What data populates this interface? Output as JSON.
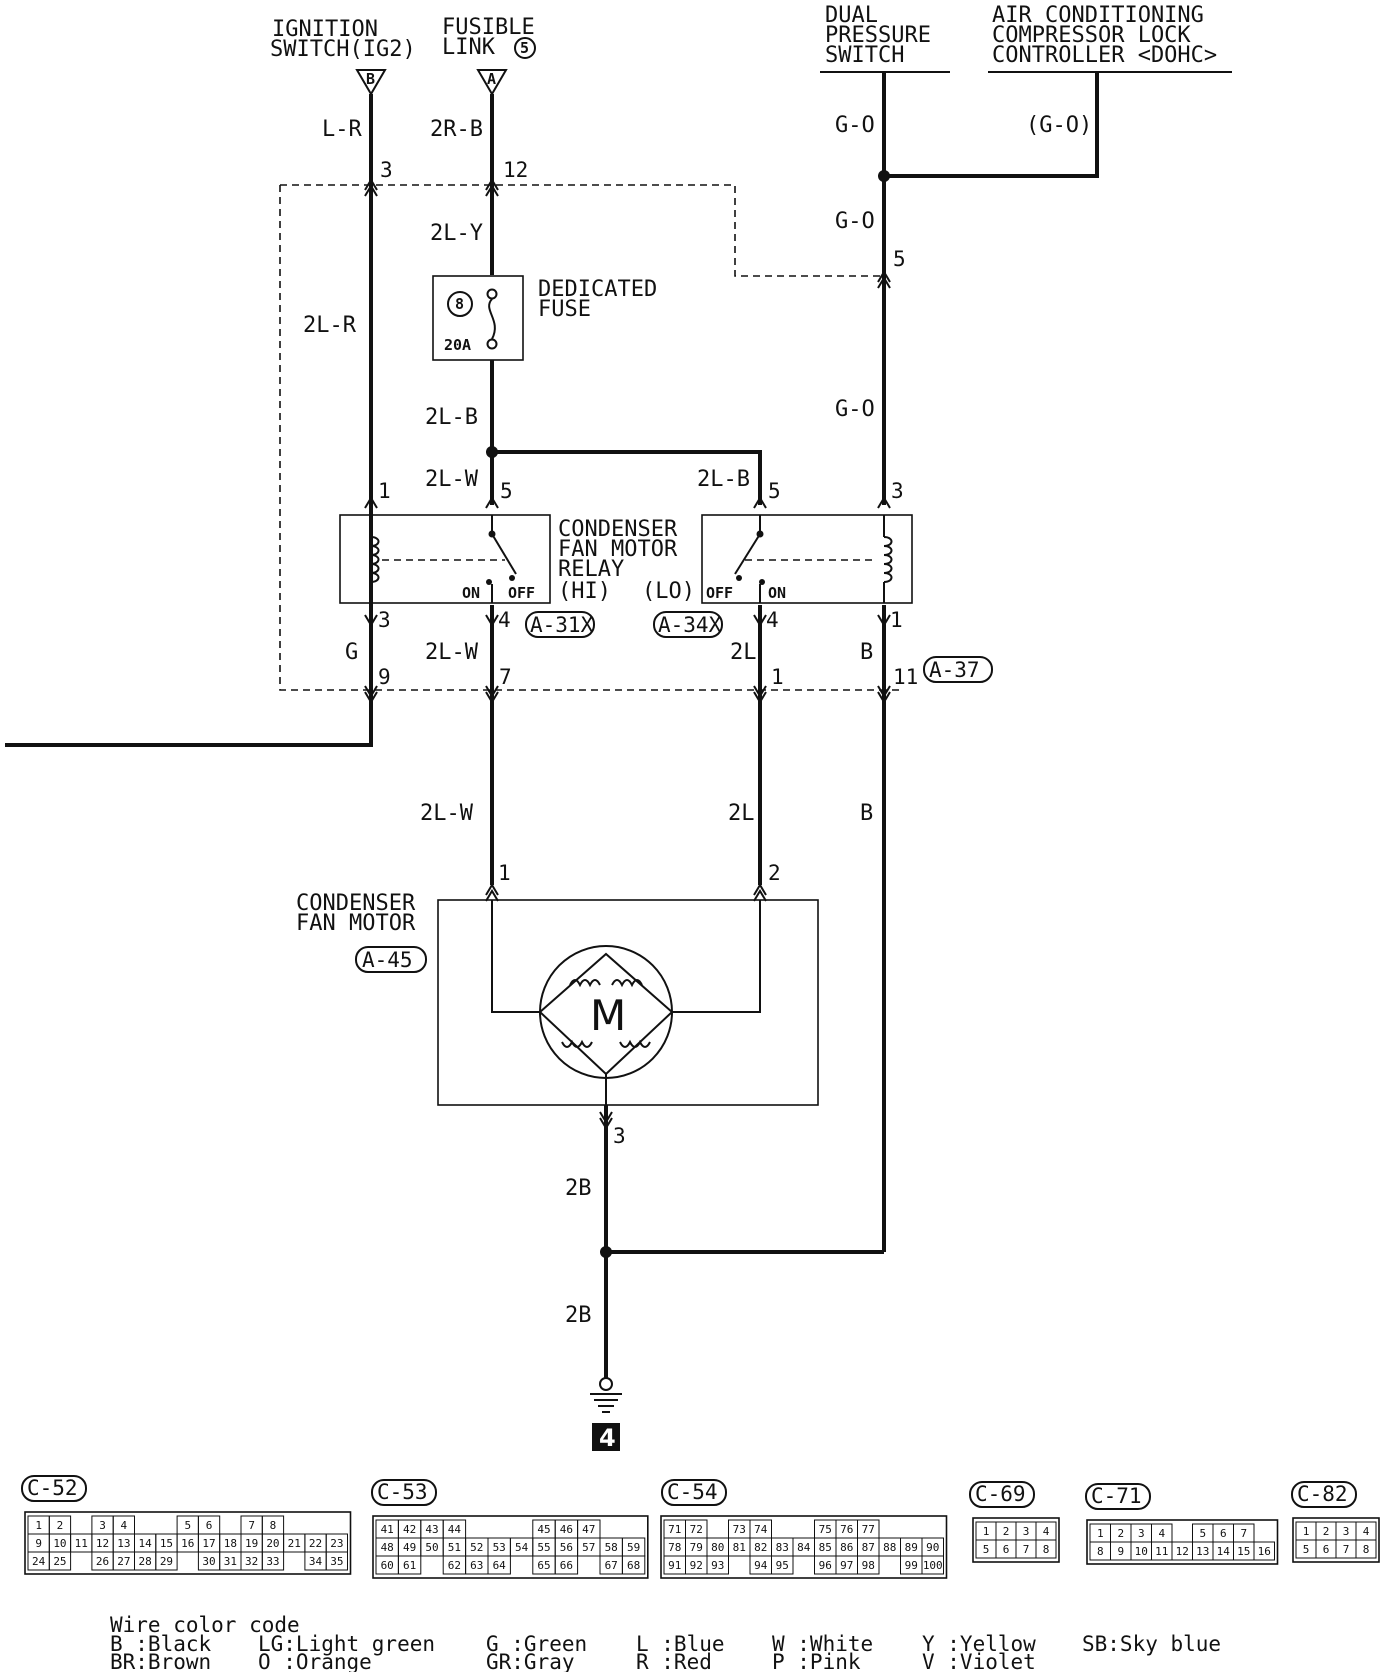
{
  "sources": {
    "ignition": {
      "line1": "IGNITION",
      "line2": "SWITCH(IG2)",
      "tag": "B"
    },
    "fusible": {
      "line1": "FUSIBLE",
      "line2": "LINK",
      "num": "5",
      "tag": "A"
    },
    "dual": {
      "line1": "DUAL",
      "line2": "PRESSURE",
      "line3": "SWITCH"
    },
    "ac": {
      "line1": "AIR CONDITIONING",
      "line2": "COMPRESSOR LOCK",
      "line3": "CONTROLLER <DOHC>"
    }
  },
  "wires": {
    "lr": "L-R",
    "r2b": "2R-B",
    "go_top": "G-O",
    "go_paren": "(G-O)",
    "ly2": "2L-Y",
    "lr2": "2L-R",
    "go_mid": "G-O",
    "lb2": "2L-B",
    "go_low": "G-O",
    "lw2_top": "2L-W",
    "lb2_right": "2L-B",
    "g": "G",
    "lw2_mid": "2L-W",
    "l2_mid": "2L",
    "b_mid": "B",
    "lw2_low": "2L-W",
    "l2_low": "2L",
    "b_low": "B",
    "b2_top": "2B",
    "b2_bot": "2B"
  },
  "pins": {
    "p3_top": "3",
    "p12": "12",
    "p5_go": "5",
    "p1_hi": "1",
    "p5_hi": "5",
    "p5_lo": "5",
    "p3_lo": "3",
    "p3_hi": "3",
    "p4_hi": "4",
    "p4_lo": "4",
    "p1_lo": "1",
    "p9": "9",
    "p7": "7",
    "p1_j": "1",
    "p11": "11",
    "m1": "1",
    "m2": "2",
    "m3": "3"
  },
  "fuse": {
    "number": "8",
    "rating": "20A",
    "label1": "DEDICATED",
    "label2": "FUSE"
  },
  "relay": {
    "line1": "CONDENSER",
    "line2": "FAN MOTOR",
    "line3": "RELAY",
    "hi": "(HI)",
    "lo": "(LO)",
    "on": "ON",
    "off": "OFF",
    "conn_hi": "A-31X",
    "conn_lo": "A-34X"
  },
  "junction_conn": "A-37",
  "motor": {
    "line1": "CONDENSER",
    "line2": "FAN MOTOR",
    "conn": "A-45",
    "symbol": "M"
  },
  "ground": {
    "number": "4"
  },
  "connectors": [
    {
      "id": "C-52",
      "rows": [
        [
          "1",
          "2",
          "",
          "3",
          "4",
          "",
          "",
          "5",
          "6",
          "",
          "7",
          "8"
        ],
        [
          "9",
          "10",
          "11",
          "12",
          "13",
          "14",
          "15",
          "16",
          "17",
          "18",
          "19",
          "20",
          "21",
          "22",
          "23"
        ],
        [
          "24",
          "25",
          "",
          "26",
          "27",
          "28",
          "29",
          "",
          "30",
          "31",
          "32",
          "33",
          "",
          "34",
          "35"
        ]
      ]
    },
    {
      "id": "C-53",
      "rows": [
        [
          "41",
          "42",
          "43",
          "44",
          "",
          "",
          "",
          "45",
          "46",
          "47"
        ],
        [
          "48",
          "49",
          "50",
          "51",
          "52",
          "53",
          "54",
          "55",
          "56",
          "57",
          "58",
          "59"
        ],
        [
          "60",
          "61",
          "",
          "62",
          "63",
          "64",
          "",
          "65",
          "66",
          "",
          "67",
          "68"
        ]
      ]
    },
    {
      "id": "C-54",
      "rows": [
        [
          "71",
          "72",
          "",
          "73",
          "74",
          "",
          "",
          "75",
          "76",
          "77"
        ],
        [
          "78",
          "79",
          "80",
          "81",
          "82",
          "83",
          "84",
          "85",
          "86",
          "87",
          "88",
          "89",
          "90"
        ],
        [
          "91",
          "92",
          "93",
          "",
          "94",
          "95",
          "",
          "96",
          "97",
          "98",
          "",
          "99",
          "100"
        ]
      ]
    },
    {
      "id": "C-69",
      "rows": [
        [
          "1",
          "2",
          "3",
          "4"
        ],
        [
          "5",
          "6",
          "7",
          "8"
        ]
      ]
    },
    {
      "id": "C-71",
      "rows": [
        [
          "1",
          "2",
          "3",
          "4",
          "",
          "5",
          "6",
          "7"
        ],
        [
          "8",
          "9",
          "10",
          "11",
          "12",
          "13",
          "14",
          "15",
          "16"
        ]
      ]
    },
    {
      "id": "C-82",
      "rows": [
        [
          "1",
          "2",
          "3",
          "4"
        ],
        [
          "5",
          "6",
          "7",
          "8"
        ]
      ]
    }
  ],
  "legend": {
    "title": "Wire color code",
    "items": [
      "B :Black",
      "BR:Brown",
      "LG:Light green",
      "O :Orange",
      "G :Green",
      "GR:Gray",
      "L :Blue",
      "R :Red",
      "W :White",
      "P :Pink",
      "Y :Yellow",
      "V :Violet",
      "SB:Sky blue"
    ]
  }
}
